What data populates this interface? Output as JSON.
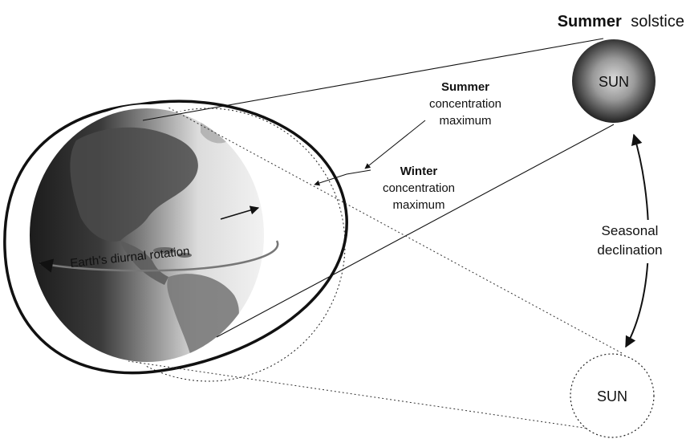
{
  "title": {
    "bold": "Summer",
    "rest": "solstice"
  },
  "sun_summer": {
    "label": "SUN"
  },
  "sun_winter": {
    "label": "SUN"
  },
  "summer_label": {
    "line1": "Summer",
    "line2": "concentration",
    "line3": "maximum"
  },
  "winter_label": {
    "line1": "Winter",
    "line2": "concentration",
    "line3": "maximum"
  },
  "seasonal_label": {
    "line1": "Seasonal",
    "line2": "declination"
  },
  "rotation_label": "Earth's diurnal rotation",
  "colors": {
    "ink": "#111111",
    "sun_core": "#d6d6d6",
    "sun_edge": "#1a1a1a",
    "earth_dark": "#262626",
    "earth_light": "#e9e9e9"
  }
}
